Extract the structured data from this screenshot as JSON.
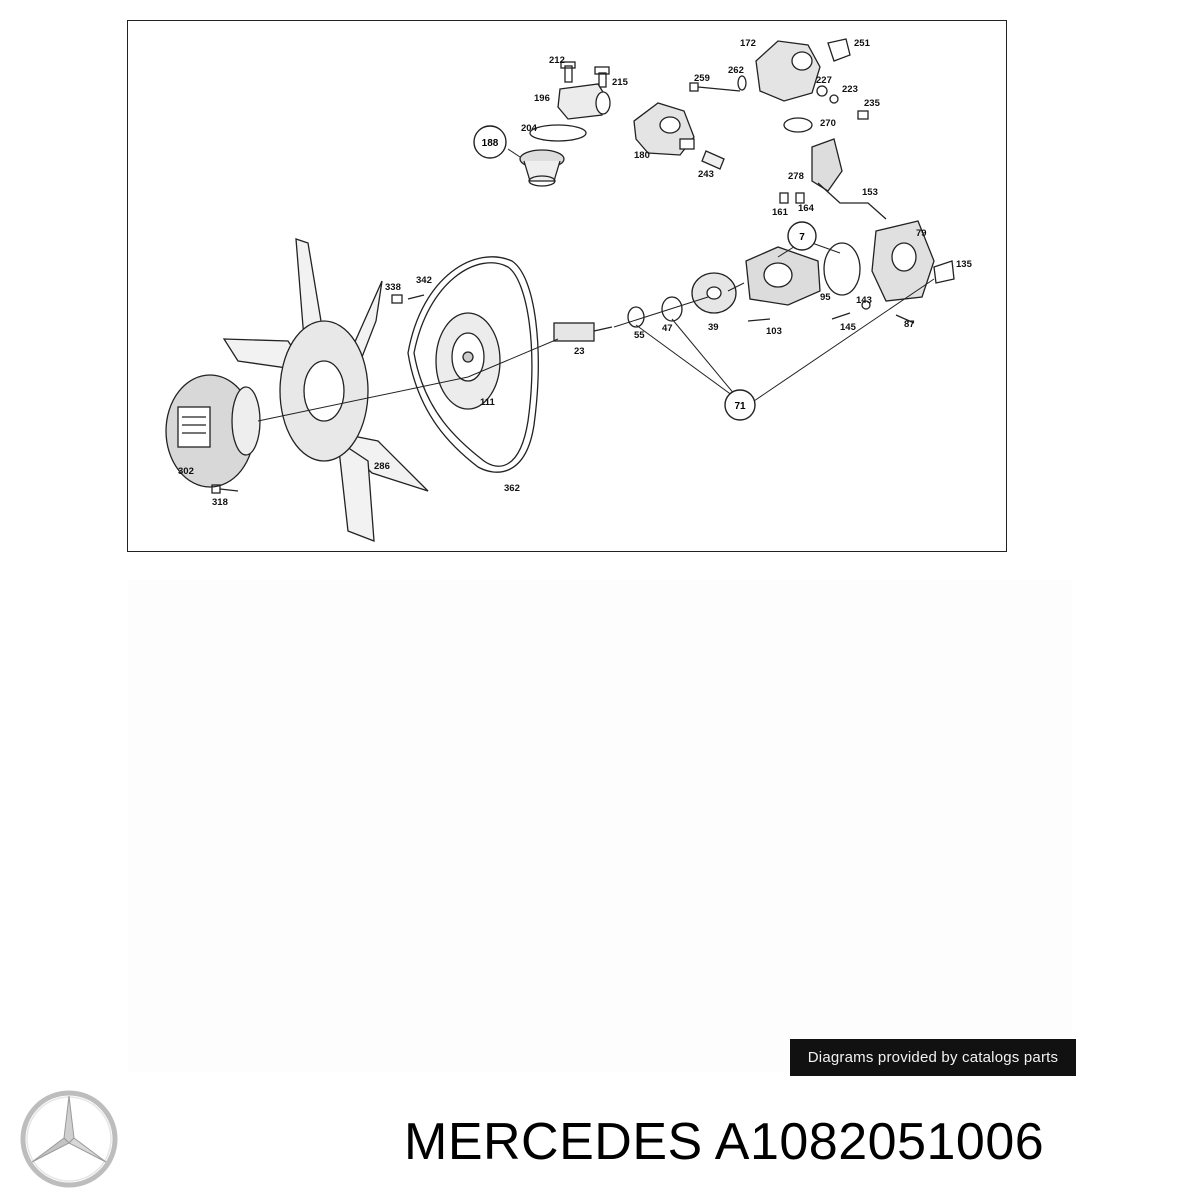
{
  "diagram": {
    "part_numbers": [
      "212",
      "215",
      "196",
      "204",
      "188",
      "172",
      "251",
      "259",
      "262",
      "227",
      "223",
      "235",
      "270",
      "180",
      "243",
      "278",
      "153",
      "161",
      "164",
      "7",
      "79",
      "135",
      "95",
      "143",
      "145",
      "87",
      "39",
      "103",
      "47",
      "55",
      "23",
      "338",
      "342",
      "111",
      "71",
      "302",
      "318",
      "286",
      "362"
    ]
  },
  "credit": {
    "text": "Diagrams provided by catalogs parts"
  },
  "title": {
    "text": "MERCEDES A1082051006"
  },
  "logo": {
    "icon": "three-pointed-star-icon"
  }
}
